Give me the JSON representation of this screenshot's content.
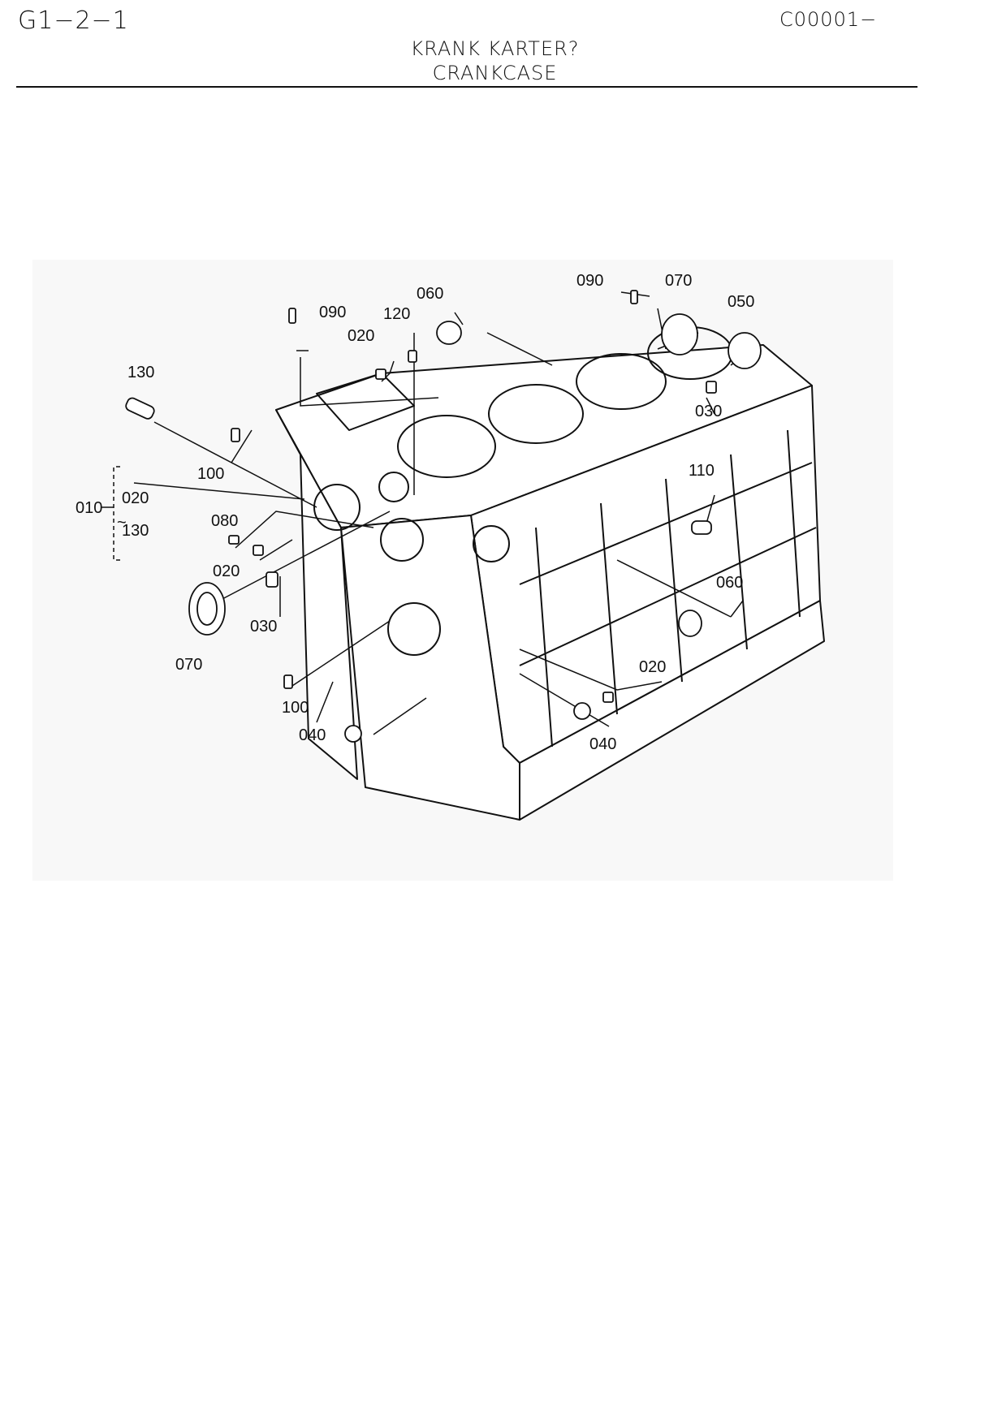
{
  "header": {
    "page_code": "G1−2−1",
    "ref_code": "C00001−",
    "title_de": "KRANK KARTER?",
    "title_en": "CRANKCASE"
  },
  "callouts": {
    "c130": "130",
    "c100a": "100",
    "c010": "010",
    "c020r": "020",
    "c130r": "130",
    "c080": "080",
    "c020b": "020",
    "c070b": "070",
    "c030b": "030",
    "c100b": "100",
    "c040b": "040",
    "c090a": "090",
    "c120": "120",
    "c060a": "060",
    "c020a": "020",
    "c090b": "090",
    "c070a": "070",
    "c050": "050",
    "c030a": "030",
    "c110": "110",
    "c060b": "060",
    "c020c": "020",
    "c040c": "040"
  }
}
